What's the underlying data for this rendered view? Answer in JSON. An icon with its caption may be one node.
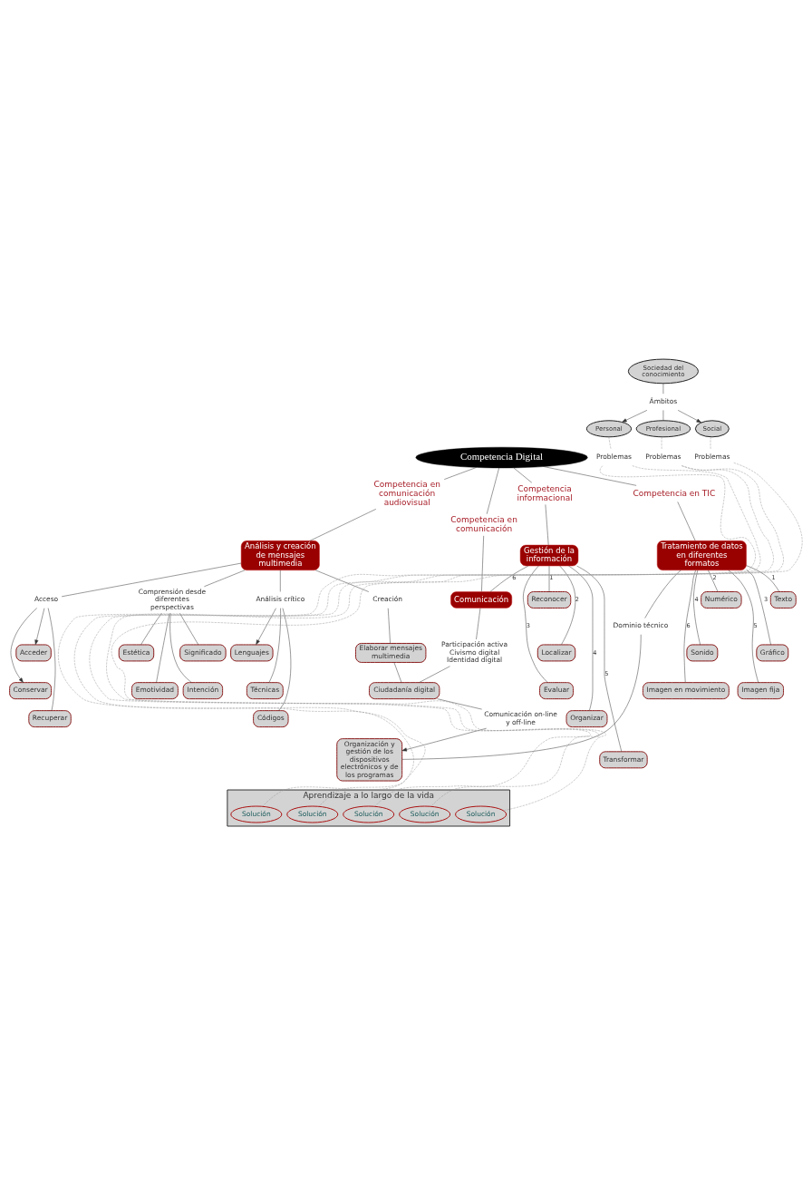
{
  "diagram": {
    "nodes": [
      {
        "text": [
          "Sociedad del conocimiento"
        ]
      },
      {
        "text": [
          "Ámbitos"
        ]
      },
      {
        "text": [
          "Social"
        ]
      },
      {
        "text": [
          "Personal"
        ]
      },
      {
        "text": [
          "Profesional"
        ]
      },
      {
        "text": [
          "Competencia Digital"
        ]
      },
      {
        "text": [
          "Competencia informacional"
        ]
      },
      {
        "text": [
          "Gestión de la información"
        ]
      },
      {
        "text": [
          "Reconocer"
        ]
      },
      {
        "text": [
          "Localizar"
        ]
      },
      {
        "text": [
          "Evaluar"
        ]
      },
      {
        "text": [
          "Organizar"
        ]
      },
      {
        "text": [
          "Transformar"
        ]
      },
      {
        "text": [
          "Competencia en comunicación"
        ]
      },
      {
        "text": [
          "Comunicación"
        ]
      },
      {
        "text": [
          "Competencia en TIC"
        ]
      },
      {
        "text": [
          "Tratamiento de datos en diferentes formatos"
        ]
      },
      {
        "text": [
          "Texto"
        ]
      },
      {
        "text": [
          "Numérico"
        ]
      },
      {
        "text": [
          "Gráfico"
        ]
      },
      {
        "text": [
          "Sonido"
        ]
      },
      {
        "text": [
          "Imagen fija"
        ]
      },
      {
        "text": [
          "Imagen en movimiento"
        ]
      },
      {
        "text": [
          "Competencia en comunicación audiovisual"
        ]
      },
      {
        "text": [
          "Análisis y creación de mensajes multimedia"
        ]
      },
      {
        "text": [
          "Acceso"
        ]
      },
      {
        "text": [
          "Acceder"
        ]
      },
      {
        "text": [
          "Conservar"
        ]
      },
      {
        "text": [
          "Recuperar"
        ]
      },
      {
        "text": [
          "Comprensión desde diferentes perspectivas"
        ]
      },
      {
        "text": [
          "Significado"
        ]
      },
      {
        "text": [
          "Intención"
        ]
      },
      {
        "text": [
          "Estética"
        ]
      },
      {
        "text": [
          "Emotividad"
        ]
      },
      {
        "text": [
          "Análisis crítico"
        ]
      },
      {
        "text": [
          "Lenguajes"
        ]
      },
      {
        "text": [
          "Técnicas"
        ]
      },
      {
        "text": [
          "Códigos"
        ]
      },
      {
        "text": [
          "Creación"
        ]
      },
      {
        "text": [
          "Elaborar mensajes multimedia"
        ]
      },
      {
        "text": [
          "Dominio técnico"
        ]
      },
      {
        "text": [
          "Organización y gestión de los dispositivos electrónicos y de los programas"
        ]
      },
      {
        "text": [
          "Participación activa Civismo digital Identidad digital"
        ]
      },
      {
        "text": [
          "Ciudadanía digital"
        ]
      },
      {
        "text": [
          "Comunicación on-line y off-line"
        ]
      },
      {
        "text": [
          "Aprendizaje a lo largo de la vida"
        ]
      },
      {
        "text": [
          "Solución"
        ],
        "in": 45
      },
      {
        "text": [
          "Solución"
        ],
        "in": 45
      },
      {
        "text": [
          "Solución"
        ],
        "in": 45
      },
      {
        "text": [
          "Solución"
        ],
        "in": 45
      },
      {
        "text": [
          "Solución"
        ],
        "in": 45
      },
      {
        "text": [
          "Problemas"
        ]
      },
      {
        "text": [
          "Problemas"
        ]
      },
      {
        "text": [
          "Problemas"
        ]
      }
    ],
    "edges": [
      {
        "from": 0,
        "to": 1,
        "arrow": "none"
      },
      {
        "from": 1,
        "to": 2,
        "arrow": "to"
      },
      {
        "from": 1,
        "to": 3,
        "arrow": "to"
      },
      {
        "from": 1,
        "to": 4,
        "arrow": "none"
      },
      {
        "from": 5,
        "to": 6,
        "arrow": "none"
      },
      {
        "from": 6,
        "to": 7,
        "arrow": "none"
      },
      {
        "from": 7,
        "to": 8,
        "label": "1",
        "arrow": "none"
      },
      {
        "from": 7,
        "to": 9,
        "label": "2",
        "arrow": "none"
      },
      {
        "from": 7,
        "to": 10,
        "label": "3",
        "arrow": "none"
      },
      {
        "from": 7,
        "to": 11,
        "label": "4",
        "arrow": "none"
      },
      {
        "from": 7,
        "to": 12,
        "label": "5",
        "arrow": "none"
      },
      {
        "from": 7,
        "to": 14,
        "label": "6",
        "arrow": "none"
      },
      {
        "from": 5,
        "to": 13,
        "arrow": "none"
      },
      {
        "from": 13,
        "to": 14,
        "arrow": "none"
      },
      {
        "from": 5,
        "to": 15,
        "arrow": "none"
      },
      {
        "from": 15,
        "to": 16,
        "arrow": "none"
      },
      {
        "from": 16,
        "to": 17,
        "label": "1",
        "arrow": "none"
      },
      {
        "from": 16,
        "to": 18,
        "label": "2",
        "arrow": "none"
      },
      {
        "from": 16,
        "to": 19,
        "label": "3",
        "arrow": "none"
      },
      {
        "from": 16,
        "to": 20,
        "label": "4",
        "arrow": "none"
      },
      {
        "from": 16,
        "to": 21,
        "label": "5",
        "arrow": "none"
      },
      {
        "from": 16,
        "to": 22,
        "label": "6",
        "arrow": "none"
      },
      {
        "from": 16,
        "to": 40,
        "arrow": "none"
      },
      {
        "from": 40,
        "to": 41,
        "arrow": "none"
      },
      {
        "from": 5,
        "to": 23,
        "arrow": "none"
      },
      {
        "from": 23,
        "to": 24,
        "arrow": "none"
      },
      {
        "from": 24,
        "to": 25,
        "arrow": "none"
      },
      {
        "from": 25,
        "to": 26,
        "arrow": "to"
      },
      {
        "from": 25,
        "to": 27,
        "arrow": "to"
      },
      {
        "from": 25,
        "to": 28,
        "arrow": "none"
      },
      {
        "from": 24,
        "to": 29,
        "arrow": "none"
      },
      {
        "from": 29,
        "to": 30,
        "arrow": "none"
      },
      {
        "from": 29,
        "to": 31,
        "arrow": "none"
      },
      {
        "from": 29,
        "to": 32,
        "arrow": "none"
      },
      {
        "from": 29,
        "to": 33,
        "arrow": "none"
      },
      {
        "from": 24,
        "to": 34,
        "arrow": "none"
      },
      {
        "from": 34,
        "to": 35,
        "arrow": "to"
      },
      {
        "from": 34,
        "to": 36,
        "arrow": "none"
      },
      {
        "from": 34,
        "to": 37,
        "arrow": "none"
      },
      {
        "from": 24,
        "to": 38,
        "arrow": "none"
      },
      {
        "from": 38,
        "to": 39,
        "arrow": "none"
      },
      {
        "from": 14,
        "to": 42,
        "arrow": "none"
      },
      {
        "from": 42,
        "to": 43,
        "arrow": "none"
      },
      {
        "from": 39,
        "to": 43,
        "arrow": "none"
      },
      {
        "from": 43,
        "to": 44,
        "arrow": "none"
      },
      {
        "from": 44,
        "to": 41,
        "arrow": "to"
      },
      {
        "from": 3,
        "to": 51,
        "arrow": "none",
        "style": "dashed",
        "color": "#999999"
      },
      {
        "from": 51,
        "to": 46,
        "arrow": "none",
        "style": "dashed",
        "color": "#999999"
      },
      {
        "from": 51,
        "to": 47,
        "arrow": "none",
        "style": "dashed",
        "color": "#999999"
      },
      {
        "from": 4,
        "to": 52,
        "arrow": "none",
        "style": "dashed",
        "color": "#999999"
      },
      {
        "from": 52,
        "to": 48,
        "arrow": "none",
        "style": "dashed",
        "color": "#999999"
      },
      {
        "from": 52,
        "to": 49,
        "arrow": "none",
        "style": "dashed",
        "color": "#999999"
      },
      {
        "from": 2,
        "to": 53,
        "arrow": "none",
        "style": "dashed",
        "color": "#999999"
      },
      {
        "from": 53,
        "to": 50,
        "arrow": "none",
        "style": "dashed",
        "color": "#999999"
      }
    ]
  }
}
